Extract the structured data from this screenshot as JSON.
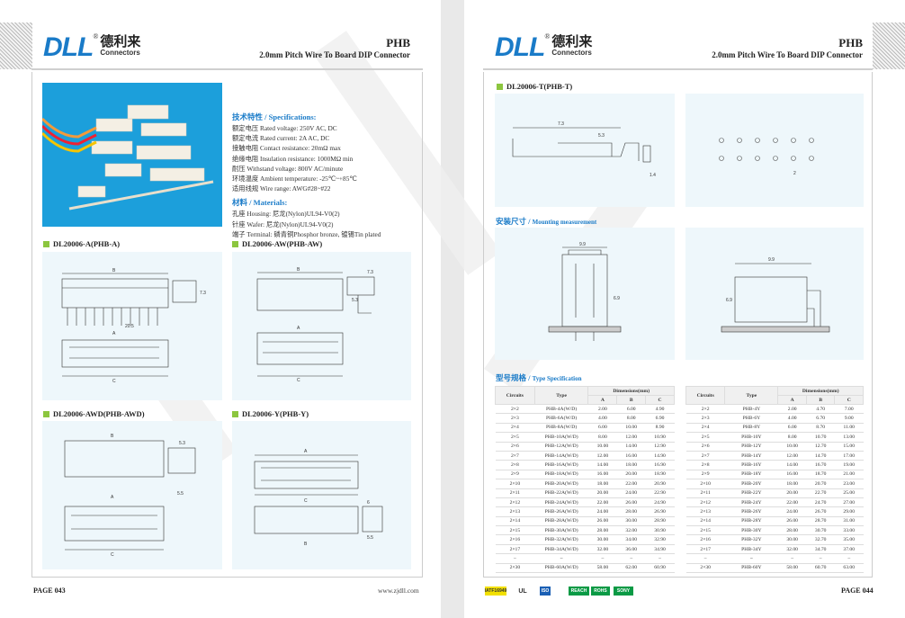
{
  "brand": {
    "name": "DLL",
    "reg": "®",
    "cn": "德利来",
    "en": "Connectors"
  },
  "header": {
    "series": "PHB",
    "subtitle": "2.0mm Pitch Wire To Board DIP Connector"
  },
  "left": {
    "specs_heading": "技术特性 / Specifications:",
    "specs": [
      "额定电压 Rated voltage: 250V AC, DC",
      "额定电流 Rated current: 2A AC, DC",
      "接触电阻 Contact resistance: 20mΩ max",
      "绝缘电阻 Insulation resistance: 1000MΩ min",
      "耐压 Withstand voltage: 800V AC/minute",
      "环境温度 Ambient temperature: -25℃~+85℃",
      "适用线规 Wire range: AWG#28~#22"
    ],
    "materials_heading": "材料 / Materials:",
    "materials": [
      "孔座 Housing: 尼龙(Nylon)UL94-V0(2)",
      "针座 Wafer: 尼龙(Nylon)UL94-V0(2)",
      "端子 Terminal: 磷青铜Phosphor bronze, 镀锡Tin plated"
    ],
    "sections": [
      "DL20006-A(PHB-A)",
      "DL20006-AW(PHB-AW)",
      "DL20006-AWD(PHB-AWD)",
      "DL20006-Y(PHB-Y)"
    ],
    "page": "PAGE 043",
    "url": "www.zjdll.com"
  },
  "dims": {
    "B": "B",
    "A": "A",
    "C": "C",
    "d1": "7.3",
    "d2": "5.3",
    "d3": "2",
    "d4": "20.5",
    "d5": "5.5",
    "d6": "9.9",
    "d7": "6.9",
    "d8": "1.4",
    "d9": "6"
  },
  "right": {
    "section_t": "DL20006-T(PHB-T)",
    "mounting_cn": "安装尺寸 / ",
    "mounting_en": "Mounting measurement",
    "spec_cn": "型号规格 / ",
    "spec_en": "Type Specification",
    "page": "PAGE 044",
    "certs": [
      "IATF16949",
      "UL",
      "ISO",
      "REACH",
      "ROHS",
      "SONY"
    ]
  },
  "table_headers": {
    "circuits": "Circuits",
    "type": "Type",
    "dims": "Dimensions(mm)",
    "a": "A",
    "b": "B",
    "c": "C"
  },
  "table_left": [
    [
      "2×2",
      "PHB-4A(W/D)",
      "2.00",
      "6.00",
      "4.90"
    ],
    [
      "2×3",
      "PHB-6A(W/D)",
      "4.00",
      "8.00",
      "6.90"
    ],
    [
      "2×4",
      "PHB-8A(W/D)",
      "6.00",
      "10.00",
      "8.90"
    ],
    [
      "2×5",
      "PHB-10A(W/D)",
      "8.00",
      "12.00",
      "10.90"
    ],
    [
      "2×6",
      "PHB-12A(W/D)",
      "10.00",
      "14.00",
      "12.90"
    ],
    [
      "2×7",
      "PHB-14A(W/D)",
      "12.00",
      "16.00",
      "14.90"
    ],
    [
      "2×8",
      "PHB-16A(W/D)",
      "14.00",
      "18.00",
      "16.90"
    ],
    [
      "2×9",
      "PHB-18A(W/D)",
      "16.00",
      "20.00",
      "18.90"
    ],
    [
      "2×10",
      "PHB-20A(W/D)",
      "18.00",
      "22.00",
      "20.90"
    ],
    [
      "2×11",
      "PHB-22A(W/D)",
      "20.00",
      "24.00",
      "22.90"
    ],
    [
      "2×12",
      "PHB-24A(W/D)",
      "22.00",
      "26.00",
      "24.90"
    ],
    [
      "2×13",
      "PHB-26A(W/D)",
      "24.00",
      "28.00",
      "26.90"
    ],
    [
      "2×14",
      "PHB-28A(W/D)",
      "26.00",
      "30.00",
      "28.90"
    ],
    [
      "2×15",
      "PHB-30A(W/D)",
      "28.00",
      "32.00",
      "30.90"
    ],
    [
      "2×16",
      "PHB-32A(W/D)",
      "30.00",
      "34.00",
      "32.90"
    ],
    [
      "2×17",
      "PHB-34A(W/D)",
      "32.00",
      "36.00",
      "34.90"
    ],
    [
      "–",
      "~",
      "–",
      "–",
      "–"
    ],
    [
      "2×30",
      "PHB-60A(W/D)",
      "58.00",
      "62.00",
      "60.90"
    ]
  ],
  "table_right": [
    [
      "2×2",
      "PHB-4Y",
      "2.00",
      "4.70",
      "7.00"
    ],
    [
      "2×3",
      "PHB-6Y",
      "4.00",
      "6.70",
      "9.00"
    ],
    [
      "2×4",
      "PHB-8Y",
      "6.00",
      "8.70",
      "11.00"
    ],
    [
      "2×5",
      "PHB-10Y",
      "8.00",
      "10.70",
      "13.00"
    ],
    [
      "2×6",
      "PHB-12Y",
      "10.00",
      "12.70",
      "15.00"
    ],
    [
      "2×7",
      "PHB-14Y",
      "12.00",
      "14.70",
      "17.00"
    ],
    [
      "2×8",
      "PHB-16Y",
      "14.00",
      "16.70",
      "19.00"
    ],
    [
      "2×9",
      "PHB-18Y",
      "16.00",
      "18.70",
      "21.00"
    ],
    [
      "2×10",
      "PHB-20Y",
      "18.00",
      "20.70",
      "23.00"
    ],
    [
      "2×11",
      "PHB-22Y",
      "20.00",
      "22.70",
      "25.00"
    ],
    [
      "2×12",
      "PHB-24Y",
      "22.00",
      "24.70",
      "27.00"
    ],
    [
      "2×13",
      "PHB-26Y",
      "24.00",
      "26.70",
      "29.00"
    ],
    [
      "2×14",
      "PHB-28Y",
      "26.00",
      "28.70",
      "31.00"
    ],
    [
      "2×15",
      "PHB-30Y",
      "28.00",
      "30.70",
      "33.00"
    ],
    [
      "2×16",
      "PHB-32Y",
      "30.00",
      "32.70",
      "35.00"
    ],
    [
      "2×17",
      "PHB-34Y",
      "32.00",
      "34.70",
      "37.00"
    ],
    [
      "–",
      "~",
      "–",
      "–",
      "–"
    ],
    [
      "2×30",
      "PHB-60Y",
      "58.00",
      "60.70",
      "63.00"
    ]
  ]
}
